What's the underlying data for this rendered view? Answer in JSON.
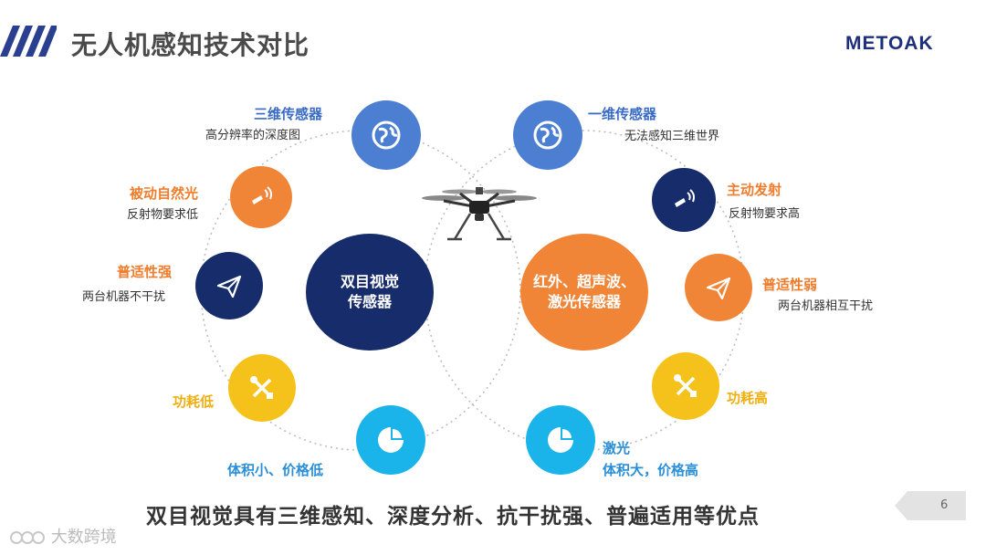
{
  "header": {
    "title": "无人机感知技术对比",
    "logo": "METOAK"
  },
  "colors": {
    "blue": "#4c7fd2",
    "orange": "#f08538",
    "navy": "#172d6b",
    "yellow": "#f5c21b",
    "cyan": "#1ab3ea"
  },
  "left": {
    "center": "双目视觉\n传感器",
    "items": [
      {
        "label": "三维传感器",
        "sub": "高分辨率的深度图",
        "icon": "globe-icon"
      },
      {
        "label": "被动自然光",
        "sub": "反射物要求低",
        "icon": "signal-icon"
      },
      {
        "label": "普适性强",
        "sub": "两台机器不干扰",
        "icon": "paper-plane-icon"
      },
      {
        "label": "功耗低",
        "sub": "",
        "icon": "tools-icon"
      },
      {
        "label": "体积小、价格低",
        "sub": "",
        "icon": "pie-chart-icon"
      }
    ]
  },
  "right": {
    "center": "红外、超声波、\n激光传感器",
    "items": [
      {
        "label": "一维传感器",
        "sub": "无法感知三维世界",
        "icon": "globe-icon"
      },
      {
        "label": "主动发射",
        "sub": "反射物要求高",
        "icon": "signal-icon"
      },
      {
        "label": "普适性弱",
        "sub": "两台机器相互干扰",
        "icon": "paper-plane-icon"
      },
      {
        "label": "功耗高",
        "sub": "",
        "icon": "tools-icon"
      },
      {
        "label": "激光",
        "sub": "体积大，价格高",
        "icon": "pie-chart-icon"
      }
    ]
  },
  "footer": {
    "summary": "双目视觉具有三维感知、深度分析、抗干扰强、普遍适用等优点",
    "page": "6",
    "watermark": "大数跨境"
  }
}
